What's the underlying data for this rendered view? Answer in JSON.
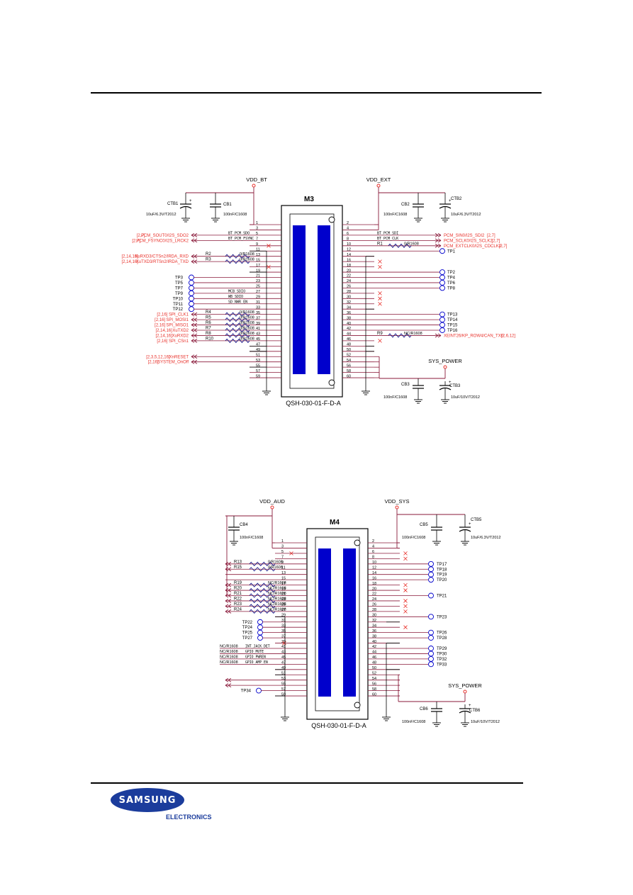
{
  "colors": {
    "wire": "#8a1a3a",
    "red": "#e8302a",
    "blue": "#1a1a8a",
    "conn": "#0000cc",
    "ink": "#000000"
  },
  "logo": {
    "word": "SAMSUNG",
    "sub": "ELECTRONICS"
  },
  "m3": {
    "ref": "M3",
    "part": "QSH-030-01-F-D-A",
    "rails": {
      "left": "VDD_BT",
      "right": "VDD_EXT",
      "sys": "SYS_POWER"
    },
    "caps": {
      "ctb1": {
        "ref": "CTB1",
        "val": "10uF/6.3V/T2012"
      },
      "cb1": {
        "ref": "CB1",
        "val": "100nF/C1608"
      },
      "cb2": {
        "ref": "CB2",
        "val": "100nF/C1608"
      },
      "ctb2": {
        "ref": "CTB2",
        "val": "10uF/6.3V/T2012"
      },
      "cb3": {
        "ref": "CB3",
        "val": "100nF/C1608"
      },
      "ctb3": {
        "ref": "CTB3",
        "val": "10uF/10V/T2012"
      }
    },
    "left_sigs": [
      {
        "ref": "[2,7]",
        "name": "PCM_SOUT0/I2S_SDO2"
      },
      {
        "ref": "[2,7]",
        "name": "PCM_FSYNC0/I2S_LRCK2"
      },
      {
        "ref": "[2,14,16]",
        "name": "XuRXD3/CTSn2/IRDA_RXD"
      },
      {
        "ref": "[2,14,16]",
        "name": "XuTXD3/RTSn2/IRDA_TXD"
      },
      {
        "ref": "[2,16]",
        "name": "SPI_CLK1"
      },
      {
        "ref": "[2,16]",
        "name": "SPI_MOSI1"
      },
      {
        "ref": "[2,16]",
        "name": "SPI_MISO1"
      },
      {
        "ref": "[2,14,16]",
        "name": "XuTXD2"
      },
      {
        "ref": "[2,14,16]",
        "name": "XuRXD2"
      },
      {
        "ref": "[2,16]",
        "name": "SPI_CSn1"
      },
      {
        "ref": "[2,3,5,12,16]",
        "name": "XnRESET"
      },
      {
        "ref": "[2,16]",
        "name": "SYSTEM_OnOff"
      }
    ],
    "right_sigs": [
      {
        "name": "PCM_SIN0/I2S_SDI2",
        "ref": "[2,7]"
      },
      {
        "name": "PCM_SCLK0/I2S_SCLK2",
        "ref": "[2,7]"
      },
      {
        "name": "PCM_EXTCLK0/I2S_CDCLK2",
        "ref": "[2,7]"
      },
      {
        "name": "XEINT26/KP_ROW4/CAN_TX0",
        "ref": "[2,6,12]"
      }
    ],
    "bus": {
      "sdo": "BT_PCM_SDO",
      "fsync": "BT_PCM_FSYNC",
      "sdi": "BT_PCM_SDI",
      "clk": "BT_PCM_CLK",
      "mcb": "MCB_SDIO",
      "wb": "WB_SDIO",
      "sd": "SD_NWR_EN"
    },
    "resistors": {
      "r1": "R1",
      "r1v": "0/R1608",
      "r2": "R2",
      "r3": "R3",
      "r4": "R4",
      "r5": "R5",
      "r6": "R6",
      "r7": "R7",
      "r8": "R8",
      "r9": "R9",
      "r10": "R10",
      "zero": "0/R1608",
      "nc": "NC/R1608"
    },
    "tp_left": [
      "TP3",
      "TP5",
      "TP7",
      "TP9",
      "TP10",
      "TP11",
      "TP12"
    ],
    "tp_right": [
      "TP1",
      "TP2",
      "TP4",
      "TP6",
      "TP8",
      "TP13",
      "TP14",
      "TP15",
      "TP16"
    ]
  },
  "m4": {
    "ref": "M4",
    "part": "QSH-030-01-F-D-A",
    "rails": {
      "left": "VDD_AUD",
      "right": "VDD_SYS",
      "sys": "SYS_POWER"
    },
    "caps": {
      "cb4": {
        "ref": "CB4",
        "val": "100nF/C1608"
      },
      "cb5": {
        "ref": "CB5",
        "val": "100nF/C1608"
      },
      "ctb5": {
        "ref": "CTB5",
        "val": "10uF/6.3V/T2012"
      },
      "cb6": {
        "ref": "CB6",
        "val": "100nF/C1608"
      },
      "ctb6": {
        "ref": "CTB6",
        "val": "10uF/10V/T2012"
      }
    },
    "res": [
      "R13",
      "R15",
      "R19",
      "R20",
      "R21",
      "R22",
      "R23",
      "R24"
    ],
    "res_vals": [
      "0/R1608",
      "0/R1608",
      "NC/R1608",
      "NC/R1608",
      "NC/R1608",
      "NC/R1608",
      "NC/R1608",
      "NC/R1608"
    ],
    "nc_lines": [
      {
        "val": "NC/R1608",
        "net": "INT_JACK_DET"
      },
      {
        "val": "NC/R1608",
        "net": "GPIO_MUTE"
      },
      {
        "val": "NC/R1608",
        "net": "GPIO_PWREN"
      },
      {
        "val": "NC/R1608",
        "net": "GPIO_AMP_EN"
      }
    ],
    "tp_left": [
      "TP22",
      "TP24",
      "TP25",
      "TP27",
      "TP34"
    ],
    "tp_right": [
      "TP17",
      "TP18",
      "TP19",
      "TP20",
      "TP21",
      "TP23",
      "TP26",
      "TP28",
      "TP29",
      "TP30",
      "TP32",
      "TP33"
    ]
  }
}
